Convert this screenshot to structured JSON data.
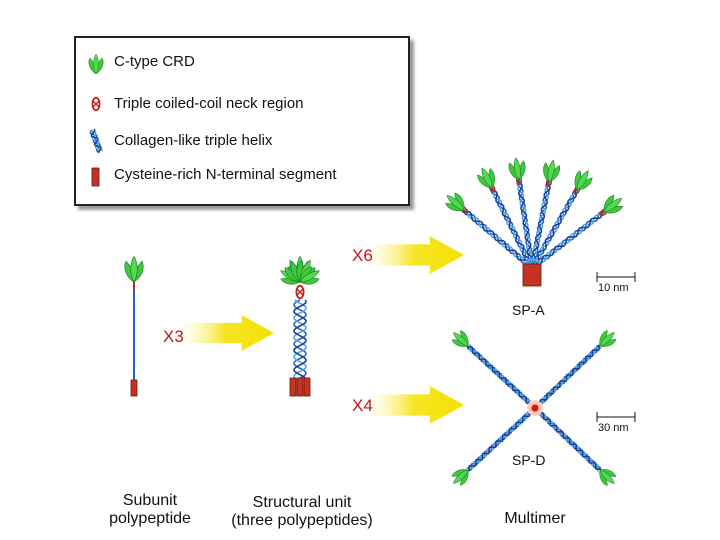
{
  "legend": {
    "crd": "C-type CRD",
    "neck": "Triple coiled-coil neck region",
    "collagen": "Collagen-like triple helix",
    "cysteine": "Cysteine-rich N-terminal segment"
  },
  "multipliers": {
    "x3": "X3",
    "x6": "X6",
    "x4": "X4"
  },
  "labels": {
    "spa": "SP-A",
    "spd": "SP-D"
  },
  "scale_bars": {
    "spa": "10 nm",
    "spd": "30 nm"
  },
  "captions": {
    "subunit": [
      "Subunit",
      "polypeptide"
    ],
    "structural": [
      "Structural unit",
      "(three polypeptides)"
    ],
    "multimer": "Multimer"
  },
  "colors": {
    "crd_green": "#3ec83e",
    "neck_red": "#c42020",
    "collagen_blue": "#2a5fc8",
    "helix_light": "#4aa8e8",
    "terminal_red": "#c43222",
    "arrow_yellow": "#f5e000",
    "label_red": "#c01818"
  }
}
